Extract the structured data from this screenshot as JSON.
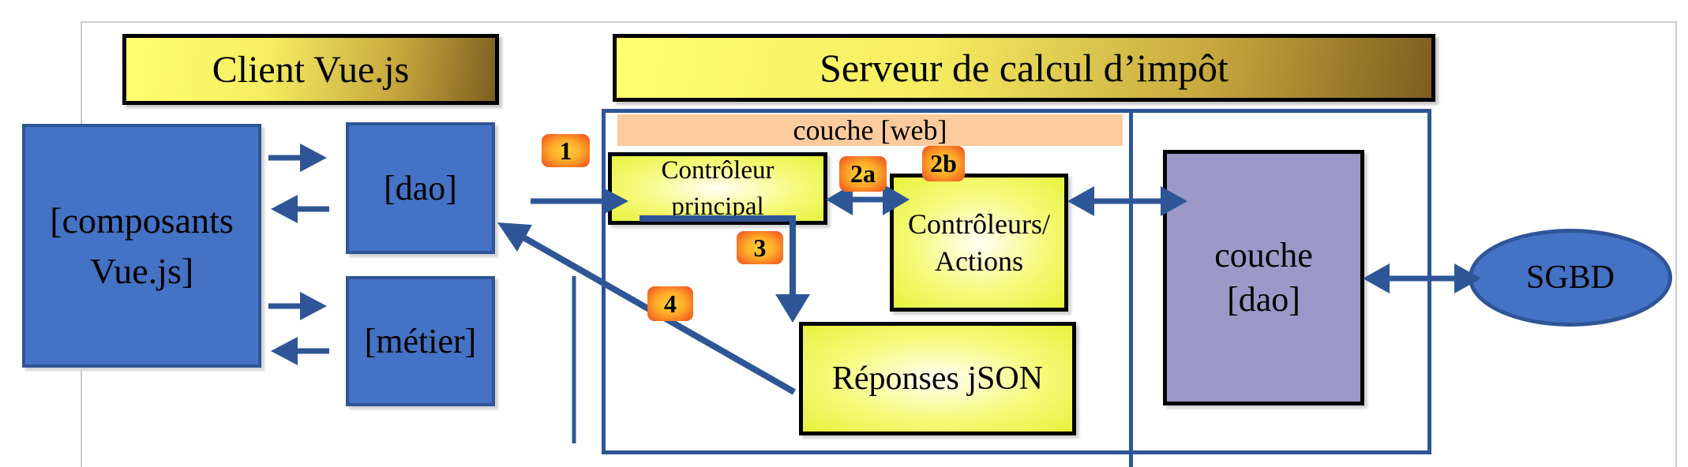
{
  "client": {
    "title": "Client Vue.js",
    "components_box": {
      "line1": "[composants",
      "line2": "Vue.js]"
    },
    "dao_box": "[dao]",
    "metier_box": "[métier]"
  },
  "server": {
    "title": "Serveur de calcul d’impôt",
    "web_layer_label": "couche [web]",
    "main_controller": {
      "line1": "Contrôleur",
      "line2": "principal"
    },
    "controllers_actions": {
      "line1": "Contrôleurs/",
      "line2": "Actions"
    },
    "json_responses": "Réponses jSON",
    "dao_layer": {
      "line1": "couche",
      "line2": "[dao]"
    }
  },
  "database": {
    "label": "SGBD"
  },
  "steps": {
    "s1": "1",
    "s2a": "2a",
    "s2b": "2b",
    "s3": "3",
    "s4": "4"
  },
  "colors": {
    "box_blue": "#4472c4",
    "box_blue_border": "#2f5597",
    "line_blue": "#2e5697",
    "purple": "#9b99c8",
    "peach_web_layer": "#fbcb9e",
    "yellow_box_edge": "#e6f23d",
    "title_gradient_left": "#ffff70",
    "title_gradient_right": "#7d5e20",
    "badge_center": "#ffd23c",
    "badge_edge": "#f0481f"
  }
}
